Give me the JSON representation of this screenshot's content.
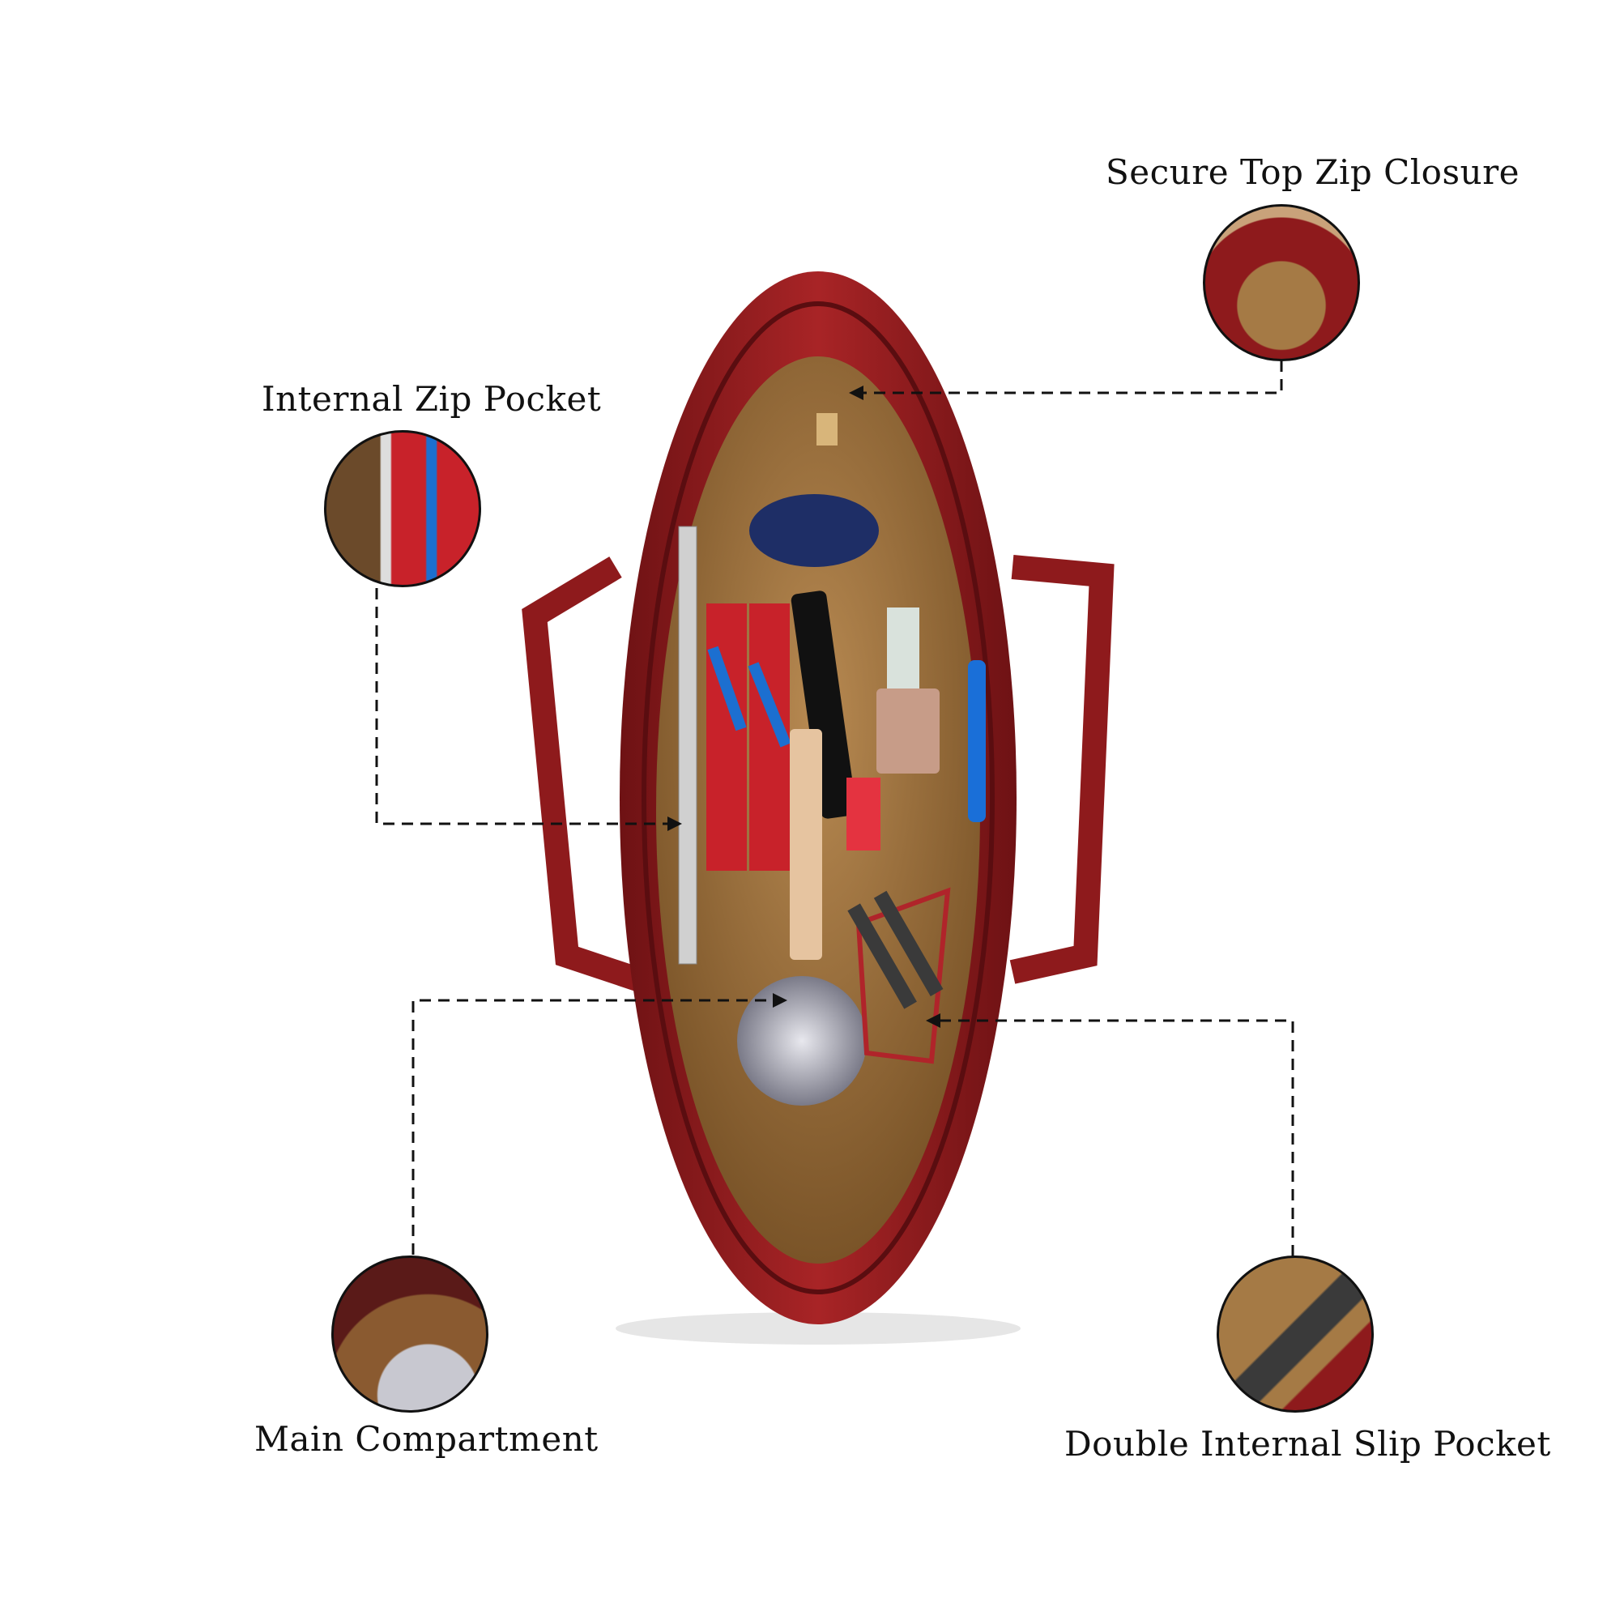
{
  "callouts": {
    "top_zip": {
      "label": "Secure Top Zip Closure"
    },
    "internal_zip": {
      "label": "Internal Zip Pocket"
    },
    "main_compartment": {
      "label": "Main Compartment"
    },
    "slip_pocket": {
      "label": "Double Internal Slip Pocket"
    }
  },
  "colors": {
    "leather": "#8e1a1c",
    "lining": "#a57a45",
    "line": "#111111"
  }
}
